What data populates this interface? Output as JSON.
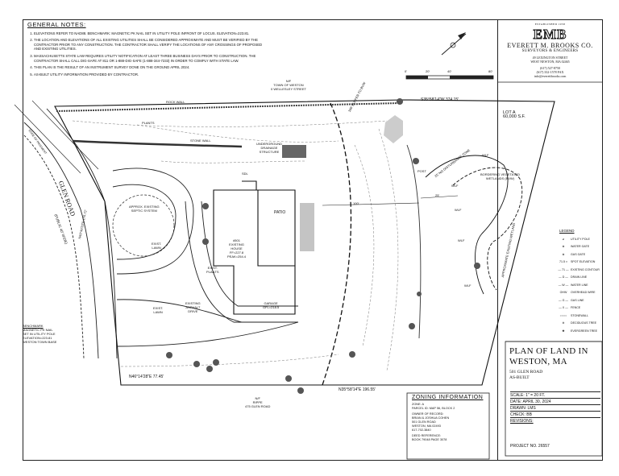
{
  "general_notes": {
    "heading": "GENERAL NOTES:",
    "items": [
      "ELEVATIONS REFER TO NAD88. BENCHMARK: MAGNETIC PK NAIL SET IN UTILITY POLE INFRONT OF LOCUS. ELEVATION=223.81.",
      "THE LOCATION AND ELEVATIONS OF ALL EXISTING UTILITIES SHALL BE CONSIDERED APPROXIMATE AND MUST BE VERIFIED BY THE CONTRACTOR PRIOR TO ANY CONSTRUCTION. THE CONTRACTOR SHALL VERIFY THE LOCATIONS OF ANY CROSSINGS OF PROPOSED AND EXISTING UTILITIES.",
      "MASSACHUSETTS STATE LAW REQUIRES UTILITY NOTIFICATION AT LEAST THREE BUSINESS DAYS PRIOR TO CONSTRUCTION. THE CONTRACTOR SHALL CALL DIG-SAFE AT 811 OR 1-888-DIG-SAFE (1-888-344-7233) IN ORDER TO COMPLY WITH STATE LAW.",
      "THIS PLAN IS THE RESULT OF AN INSTRUMENT SURVEY DONE ON THE GROUND APRIL 2024.",
      "AS-BUILT UTILITY INFORMATION PROVIDED BY CONTRACTOR."
    ]
  },
  "firm": {
    "established": "ESTABLISHED 1958",
    "logo": "EMB",
    "name": "EVERETT M. BROOKS CO.",
    "subtitle": "SURVEYORS & ENGINEERS",
    "address1": "49 LEXINGTON STREET",
    "address2": "WEST NEWTON, MA 02465",
    "phone": "(617) 527-8750",
    "fax": "(617) 332-1578 FAX",
    "email": "info@everettbrooks.com"
  },
  "scale_bar": {
    "ticks": [
      "0'",
      "20'",
      "40'",
      "80'"
    ]
  },
  "title_block": {
    "title_line1": "PLAN OF LAND IN",
    "title_line2": "WESTON, MA",
    "address": "501 GLEN ROAD",
    "type": "AS-BUILT",
    "scale": "SCALE: 1\" = 20 FT.",
    "date": "DATE: APRIL 30, 2024",
    "drawn": "DRAWN: LMS",
    "check": "CHECK: BB",
    "revisions": "REVISIONS:",
    "project": "PROJECT NO. 26557"
  },
  "zoning": {
    "heading": "ZONING INFORMATION",
    "zone": "ZONE: A",
    "parcel": "PARCEL ID: MAP 56, BLOCK 2",
    "owner_hd": "OWNER OF RECORD:",
    "owner1": "BRIAN & JOSHUA COHEN",
    "owner2": "501 GLEN ROAD",
    "owner3": "WESTON, MA 02493",
    "owner4": "617-702-3840",
    "deed_hd": "DEED REFERENCE:",
    "deed": "BOOK 79048   PAGE 3078"
  },
  "legend": {
    "heading": "LEGEND",
    "items": [
      {
        "sym": "⌀",
        "label": "UTILITY POLE"
      },
      {
        "sym": "⊗",
        "label": "WATER GATE"
      },
      {
        "sym": "⊗",
        "label": "GAS GATE"
      },
      {
        "sym": "71.5 ×",
        "label": "SPOT ELEVATION"
      },
      {
        "sym": "— 71 —",
        "label": "EXISTING CONTOUR"
      },
      {
        "sym": "— D —",
        "label": "DRAIN LINE"
      },
      {
        "sym": "— W —",
        "label": "WATER LINE"
      },
      {
        "sym": "OHW",
        "label": "OVERHEAD WIRE"
      },
      {
        "sym": "— G —",
        "label": "GAS LINE"
      },
      {
        "sym": "— X —",
        "label": "FENCE"
      },
      {
        "sym": "○○○○",
        "label": "STONEWALL"
      },
      {
        "sym": "✲",
        "label": "DECIDUOUS TREE"
      },
      {
        "sym": "✺",
        "label": "EVERGREEN TREE"
      }
    ]
  },
  "map": {
    "road": "GLEN ROAD",
    "road_sub": "(PUBLIC 40' WIDE)",
    "town_line1": "N/F",
    "town_line2": "TOWN OF WESTON",
    "town_line3": "0 WELLESLEY STREET",
    "neighbor1": "N/F",
    "neighbor2": "RIPPE",
    "neighbor3": "475 GLEN ROAD",
    "lot1": "LOT A",
    "lot2": "60,000 S.F.",
    "rock_wall": "ROCK WALL",
    "stone_wall": "STONE WALL",
    "plants": "PLANTS",
    "drainage1": "UNDERGROUND",
    "drainage2": "DRAINAGE",
    "drainage3": "STRUCTURE",
    "septic1": "APPROX. EXISTING",
    "septic2": "SEPTIC SYSTEM",
    "lawn1": "EXIST.",
    "lawn2": "LAWN",
    "house1": "#501",
    "house2": "EXISTING",
    "house3": "HOUSE",
    "house4": "FF=227.8",
    "house5": "PEAK=254.4",
    "patio": "PATIO",
    "garage1": "GARAGE",
    "garage2": "GFL=218.5",
    "driveway1": "EXISTING",
    "driveway2": "ASPHALT",
    "driveway3": "DRIVE",
    "planting1": "EXIST.",
    "planting2": "PLANTS",
    "wetlands1": "BORDERING VEGETATED",
    "wetlands2": "WETLANDS (BVW)",
    "nodist": "25' NO DISTURBANCE ZONE",
    "wlf": "WLF",
    "post": "POST",
    "dist25": "25'",
    "dist100": "100'",
    "buffer": "100' BUFFER TO BVW",
    "bearing_top": "S35°58'14\"W   374.15'",
    "bearing_bottom": "N35°58'14\"E   196.55'",
    "bearing_left": "N46°14'28\"E   77.45'",
    "bearing_road": "N46°46'33\"E 176.72'",
    "benchmark1": "BENCHMARK",
    "benchmark2": "MAGNETIC PK NAIL",
    "benchmark3": "SET IN UTILITY POLE",
    "benchmark4": "ELEVATION=223.81",
    "benchmark5": "WESTON TOWN BASE",
    "sdl": "SDL",
    "approx_wetland": "APPROXIMATE EXISTING WETLAND",
    "row_left": "EDGE OF PAVEMENT"
  }
}
